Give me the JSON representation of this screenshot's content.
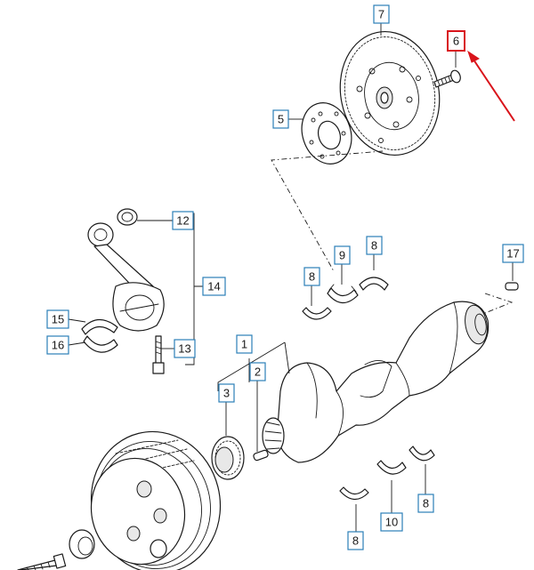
{
  "callouts": [
    {
      "id": "c7",
      "label": "7"
    },
    {
      "id": "c6",
      "label": "6",
      "highlighted": true
    },
    {
      "id": "c5",
      "label": "5"
    },
    {
      "id": "c12",
      "label": "12"
    },
    {
      "id": "c14",
      "label": "14"
    },
    {
      "id": "c15",
      "label": "15"
    },
    {
      "id": "c16",
      "label": "16"
    },
    {
      "id": "c13",
      "label": "13"
    },
    {
      "id": "c8a",
      "label": "8"
    },
    {
      "id": "c9",
      "label": "9"
    },
    {
      "id": "c8b",
      "label": "8"
    },
    {
      "id": "c17",
      "label": "17"
    },
    {
      "id": "c1",
      "label": "1"
    },
    {
      "id": "c2",
      "label": "2"
    },
    {
      "id": "c3",
      "label": "3"
    },
    {
      "id": "c8c",
      "label": "8"
    },
    {
      "id": "c10",
      "label": "10"
    },
    {
      "id": "c8d",
      "label": "8"
    }
  ],
  "colors": {
    "callout_border": "#2b7fb8",
    "highlight": "#d9141b",
    "line": "#1a1a1a"
  }
}
